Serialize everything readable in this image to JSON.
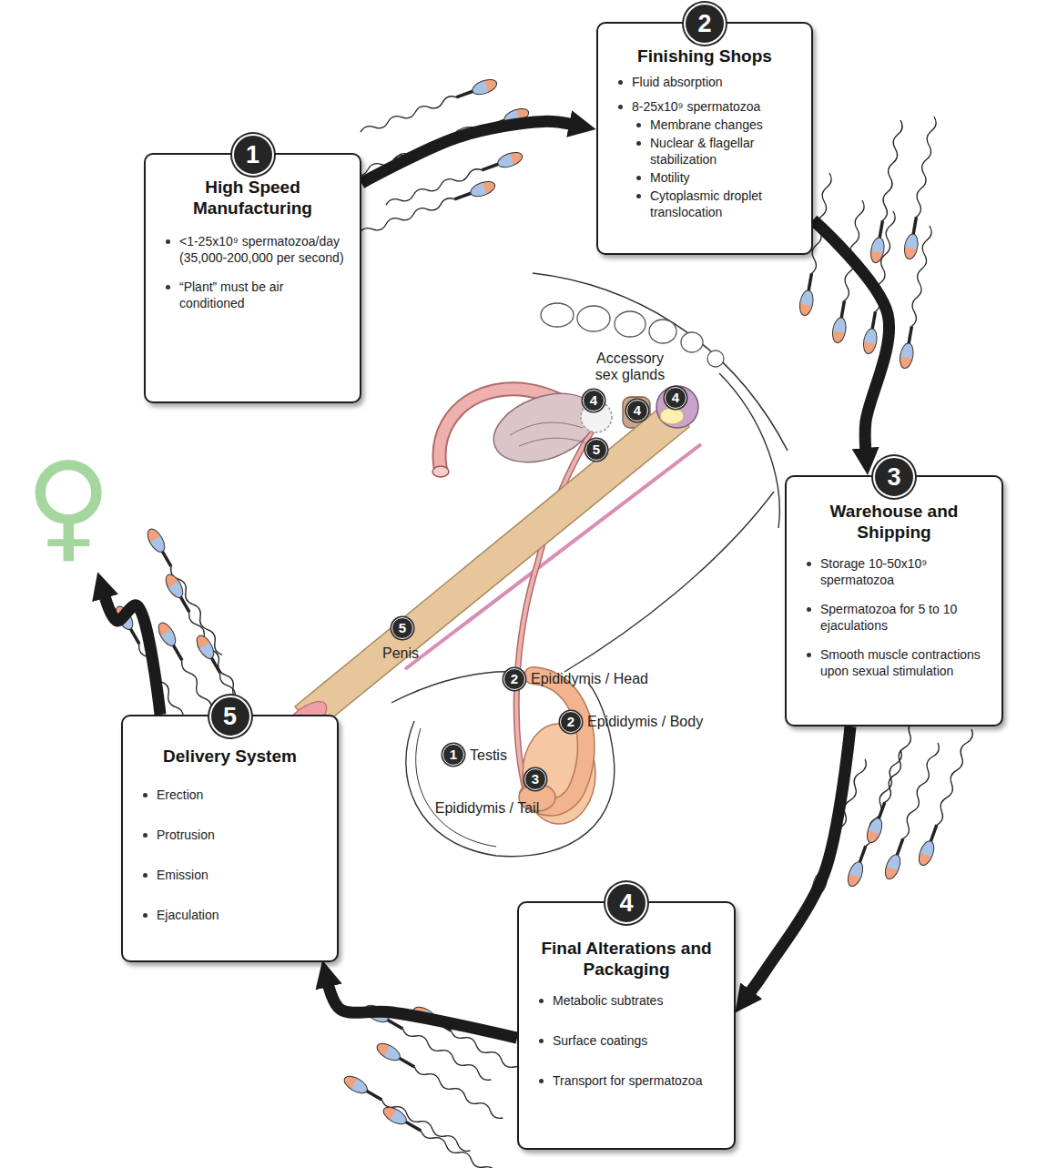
{
  "diagram": {
    "nodes": [
      {
        "text": [
          "1",
          "High Speed Manufacturing",
          "<1-25x10⁹ spermatozoa/day (35,000-200,000 per second)",
          "“Plant” must be air conditioned"
        ]
      },
      {
        "text": [
          "2",
          "Finishing Shops",
          "Fluid absorption",
          "8-25x10⁹ spermatozoa",
          "Membrane changes",
          "Nuclear & flagellar stabilization",
          "Motility",
          "Cytoplasmic droplet translocation"
        ]
      },
      {
        "text": [
          "3",
          "Warehouse and Shipping",
          "Storage 10-50x10⁹ spermatozoa",
          "Spermatozoa for 5 to 10 ejaculations",
          "Smooth muscle contractions upon sexual stimulation"
        ]
      },
      {
        "text": [
          "4",
          "Final Alterations and Packaging",
          "Metabolic subtrates",
          "Surface coatings",
          "Transport for spermatozoa"
        ]
      },
      {
        "text": [
          "5",
          "Delivery System",
          "Erection",
          "Protrusion",
          "Emission",
          "Ejaculation"
        ]
      },
      {
        "text": [
          "♀"
        ]
      }
    ],
    "edges": [
      {
        "from": 0,
        "to": 1,
        "arrow": "to"
      },
      {
        "from": 1,
        "to": 2,
        "arrow": "to"
      },
      {
        "from": 2,
        "to": 3,
        "arrow": "to"
      },
      {
        "from": 3,
        "to": 4,
        "arrow": "to"
      },
      {
        "from": 4,
        "to": 5,
        "arrow": "to"
      }
    ],
    "labels": [
      "Accessory sex glands",
      "4",
      "4",
      "4",
      "5",
      "5",
      "Penis",
      "2",
      "Epididymis / Head",
      "2",
      "Epididymis / Body",
      "1",
      "Testis",
      "3",
      "Epididymis / Tail"
    ]
  }
}
